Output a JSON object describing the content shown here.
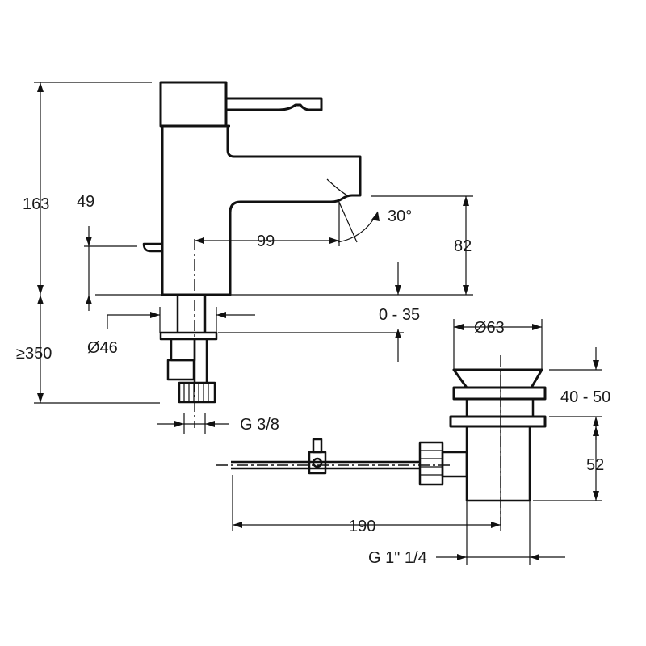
{
  "dimensions": {
    "height_total": "163",
    "lever_offset": "49",
    "spout_reach": "99",
    "spout_height": "82",
    "swivel_angle": "30°",
    "deck_thickness": "0 - 35",
    "base_diameter": "Ø46",
    "min_length": "≥350",
    "supply_thread": "G 3/8",
    "waste_diameter": "Ø63",
    "waste_flange_range": "40 - 50",
    "waste_height": "52",
    "rod_length": "190",
    "waste_thread": "G 1\" 1/4"
  }
}
